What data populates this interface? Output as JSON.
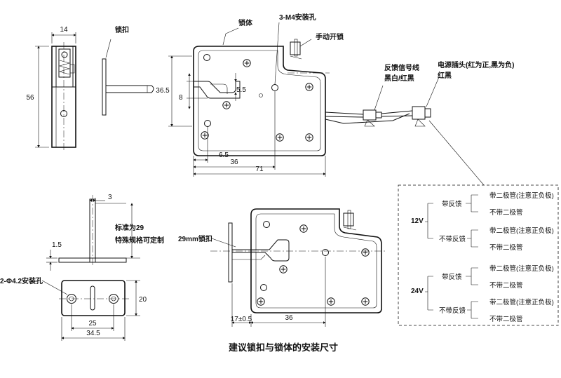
{
  "caption": "建议锁扣与锁体的安装尺寸",
  "labels": {
    "strike": "锁扣",
    "lock_body": "锁体",
    "mount_holes": "3-M4安装孔",
    "manual_open": "手动开锁",
    "feedback_line_1": "反馈信号线",
    "feedback_line_2": "黑白/红黑",
    "power_plug_1": "电源插头(红为正,黑为负)",
    "power_plug_2": "红黑",
    "std_29_1": "标准为29",
    "std_29_2": "特殊规格可定制",
    "strike_29": "29mm锁扣",
    "strike_holes": "2-Φ4.2安装孔"
  },
  "dimensions": {
    "d14": "14",
    "d56": "56",
    "d36_5": "36.5",
    "d8": "8",
    "d5_5": "5.5",
    "d6_5": "6.5",
    "d36_top": "36",
    "d71": "71",
    "d3": "3",
    "d1_5": "1.5",
    "d20": "20",
    "d25": "25",
    "d34_5": "34.5",
    "d17": "17±0.5",
    "d36_bottom": "36"
  },
  "options": {
    "v12": "12V",
    "v24": "24V",
    "with_fb": "带反馈",
    "no_fb": "不带反馈",
    "with_diode": "带二极管(注意正负极)",
    "no_diode": "不带二极管"
  }
}
